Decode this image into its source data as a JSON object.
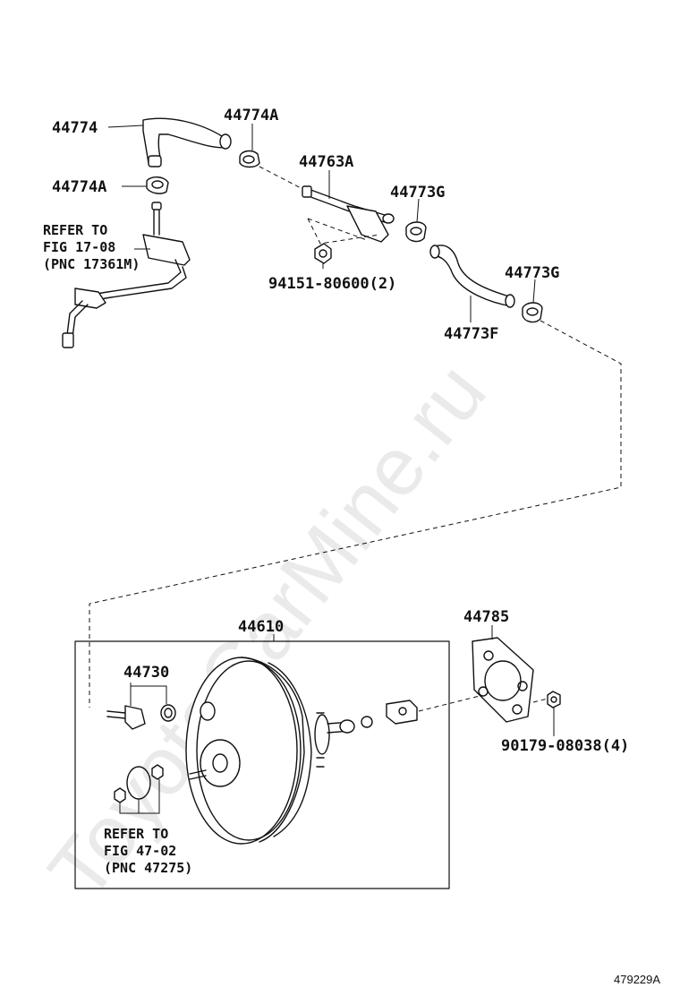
{
  "watermark": "ToyotaCarMine.ru",
  "figure_id": "479229A",
  "labels": {
    "p44774": "44774",
    "p44774A_top": "44774A",
    "p44774A_left": "44774A",
    "p44763A": "44763A",
    "p44773G_a": "44773G",
    "p44773G_b": "44773G",
    "p44773F": "44773F",
    "p94151": "94151-80600(2)",
    "p44610": "44610",
    "p44730": "44730",
    "p44785": "44785",
    "p90179": "90179-08038(4)"
  },
  "references": {
    "top": [
      "REFER TO",
      "FIG 17-08",
      "(PNC 17361M)"
    ],
    "bottom": [
      "REFER TO",
      "FIG 47-02",
      "(PNC 47275)"
    ]
  }
}
